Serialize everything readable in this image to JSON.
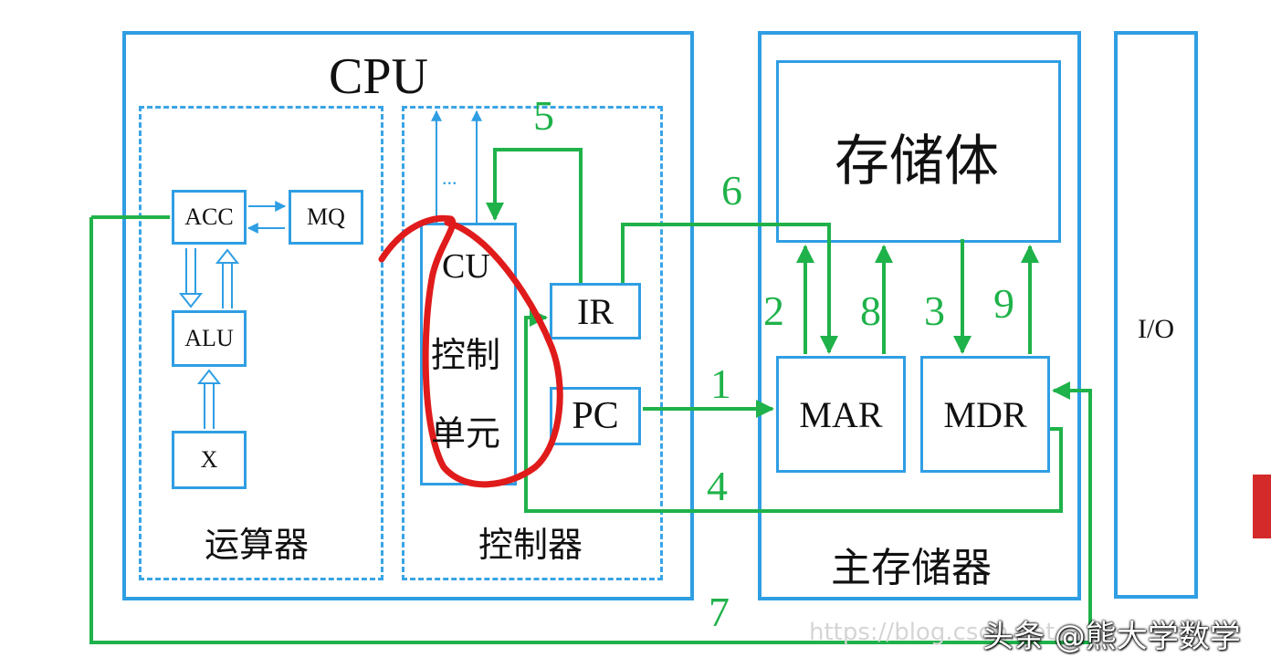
{
  "cpu": {
    "title": "CPU",
    "alu_group": {
      "label": "运算器",
      "acc": "ACC",
      "mq": "MQ",
      "alu": "ALU",
      "x": "X"
    },
    "control_group": {
      "label": "控制器",
      "cu_lines": [
        "CU",
        "控制",
        "单元"
      ],
      "ir": "IR",
      "pc": "PC",
      "ellipsis": "..."
    }
  },
  "memory": {
    "label": "主存储器",
    "body": "存储体",
    "mar": "MAR",
    "mdr": "MDR"
  },
  "io": {
    "label": "I/O"
  },
  "steps": [
    "1",
    "2",
    "3",
    "4",
    "5",
    "6",
    "7",
    "8",
    "9"
  ],
  "watermark": {
    "text": "头条 @熊大学数学",
    "faint_url": "https://blog.csdn.net"
  },
  "colors": {
    "panel": "#2f9ee3",
    "flow": "#1fb24a",
    "highlight": "#e01b1b",
    "corner": "#d42a2a"
  }
}
